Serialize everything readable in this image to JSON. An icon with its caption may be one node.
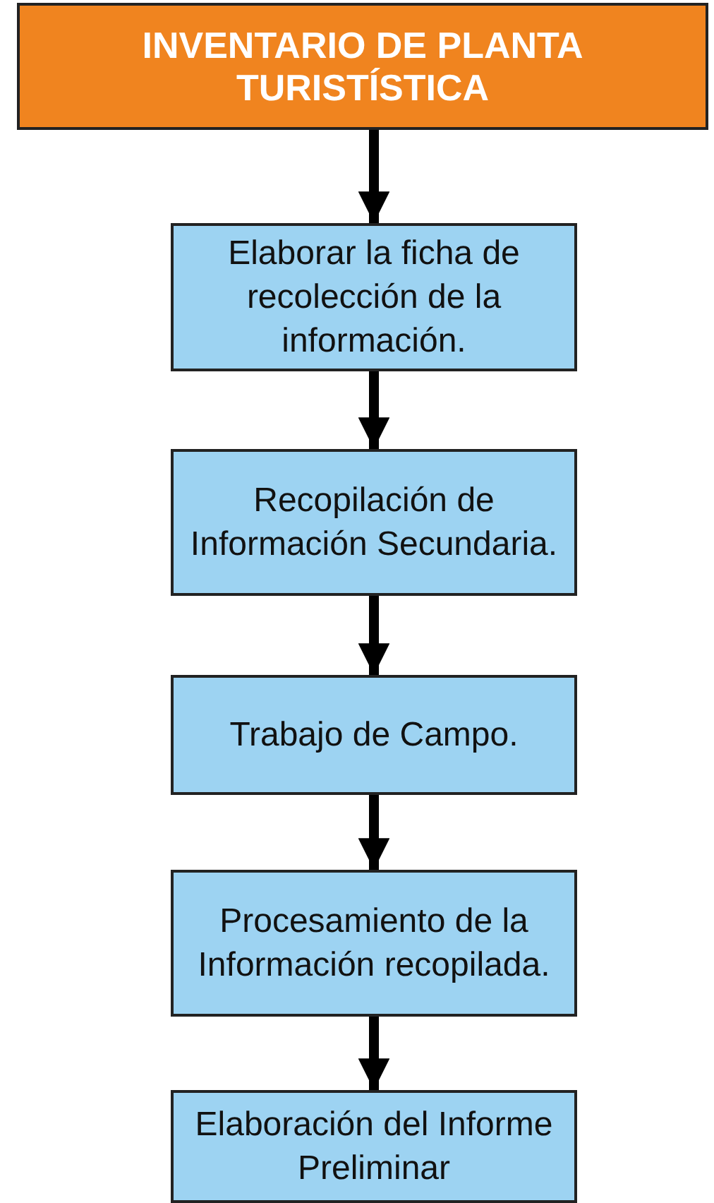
{
  "diagram": {
    "nodes": [
      {
        "text": [
          "INVENTARIO DE PLANTA TURISTÍSTICA"
        ]
      },
      {
        "text": [
          "Elaborar la ficha de recolección de la información."
        ]
      },
      {
        "text": [
          "Recopilación de Información Secundaria."
        ]
      },
      {
        "text": [
          "Trabajo de Campo."
        ]
      },
      {
        "text": [
          "Procesamiento de la Información recopilada."
        ]
      },
      {
        "text": [
          "Elaboración del Informe Preliminar"
        ]
      }
    ],
    "edges": [
      {
        "from": 0,
        "to": 1,
        "arrow": "to"
      },
      {
        "from": 1,
        "to": 2,
        "arrow": "to"
      },
      {
        "from": 2,
        "to": 3,
        "arrow": "to"
      },
      {
        "from": 3,
        "to": 4,
        "arrow": "to"
      },
      {
        "from": 4,
        "to": 5,
        "arrow": "to"
      }
    ]
  }
}
